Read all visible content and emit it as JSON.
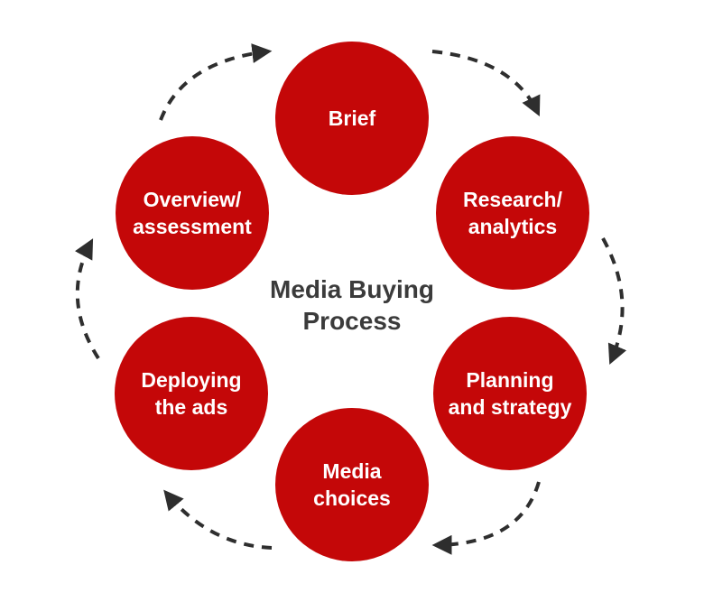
{
  "title": "Media Buying\nProcess",
  "colors": {
    "circle": "#c40708",
    "label": "#ffffff",
    "title": "#3b3b3b",
    "arrow": "#2e2e2e",
    "background": "#ffffff"
  },
  "steps": [
    {
      "id": "brief",
      "label": "Brief"
    },
    {
      "id": "research-analytics",
      "label": "Research/\nanalytics"
    },
    {
      "id": "planning-and-strategy",
      "label": "Planning\nand strategy"
    },
    {
      "id": "media-choices",
      "label": "Media\nchoices"
    },
    {
      "id": "deploying-the-ads",
      "label": "Deploying\nthe ads"
    },
    {
      "id": "overview-assessment",
      "label": "Overview/\nassessment"
    }
  ]
}
